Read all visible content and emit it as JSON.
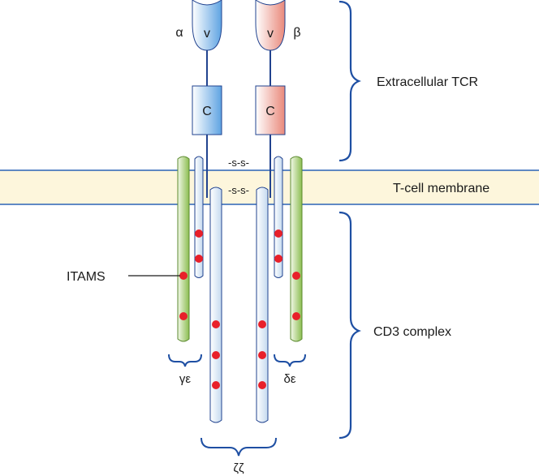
{
  "chains": {
    "alpha": {
      "greek": "α",
      "v_label": "v",
      "c_label": "C"
    },
    "beta": {
      "greek": "β",
      "v_label": "v",
      "c_label": "C"
    }
  },
  "disulfide": {
    "top": "-s-s-",
    "bottom": "-s-s-"
  },
  "labels": {
    "extracellular": "Extracellular TCR",
    "membrane": "T-cell membrane",
    "cd3": "CD3 complex",
    "itams": "ITAMS",
    "gamma_epsilon": "γε",
    "delta_epsilon": "δε",
    "zeta_zeta": "ζζ"
  },
  "colors": {
    "membrane_fill": "#fdf6dc",
    "membrane_line": "#2b64b5",
    "alpha_fill": "#5ea3e2",
    "beta_fill": "#e9887a",
    "stalk": "#21438f",
    "green_fill": "#8bbd50",
    "pale_blue_fill": "#dbe8f5",
    "itam_dot": "#e8202a",
    "brace": "#1e4fa3"
  }
}
